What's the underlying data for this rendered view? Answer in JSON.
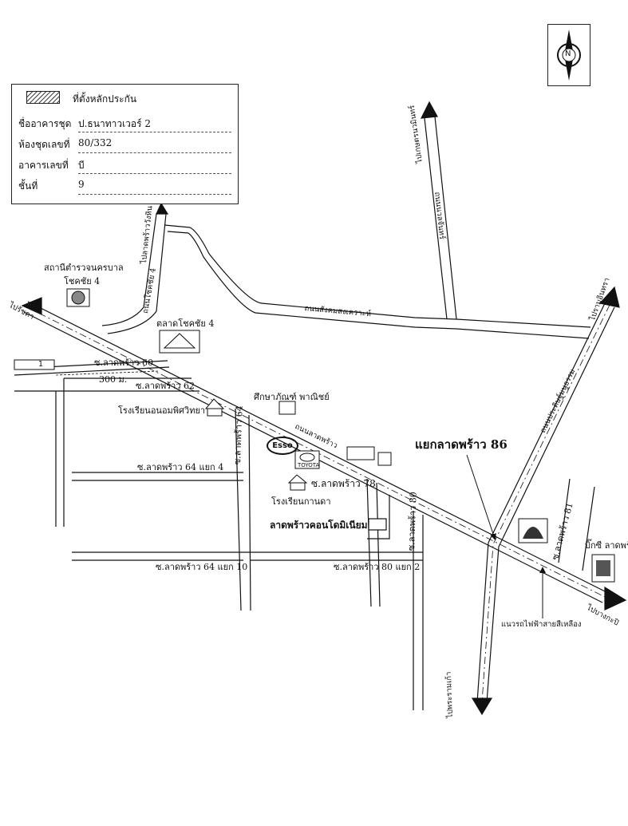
{
  "legend": {
    "title": "ที่ตั้งหลักประกัน",
    "rows": [
      {
        "key": "ชื่ออาคารชุด",
        "value": "ป.ธนาทาวเวอร์ 2"
      },
      {
        "key": "ห้องชุดเลขที่",
        "value": "80/332"
      },
      {
        "key": "อาคารเลขที่",
        "value": "บี"
      },
      {
        "key": "ชั้นที่",
        "value": "9"
      }
    ]
  },
  "compass": {
    "letter": "N",
    "icon": "north-arrow-icon"
  },
  "labels": {
    "police_station": "สถานีตำรวจนครบาล",
    "police_station_name": "โชคชัย 4",
    "to_rachada": "ไปรัชดา",
    "to_ladprao_wanghin": "ไปลาดพร้าววังหิน",
    "chokchai4_road": "ถนนโชคชัย 4",
    "to_kaset_nawamin": "ไปเกษตรนวมินทร์",
    "nuanchan_road": "ถนนนวลจันทร์",
    "sangkhom_road": "ถนนสังคมสงเคราะห์",
    "to_ramintra": "ไปรามอินทรา",
    "chokchai4_market": "ตลาดโชคชัย 4",
    "soi60": "ซ.ลาดพร้าว 60",
    "dist_300m": "300 ม.",
    "soi62": "ซ.ลาดพร้าว 62",
    "suksapan": "ศึกษาภัณฑ์ พาณิชย์",
    "school_anomphit": "โรงเรียนอนอมพิศวิทยา",
    "soi64": "ซ.ลาดพร้าว 64",
    "ladprao_road": "ถนนลาดพร้าว",
    "intersection": "แยกลาดพร้าว 86",
    "praditmanutham_road": "ถนนประดิษฐ์มนูธรรม",
    "esso": "Esso",
    "toyota": "TOYOTA",
    "soi64_yaek4": "ซ.ลาดพร้าว 64 แยก 4",
    "soi78": "ซ.ลาดพร้าว 78",
    "school_kanda": "โรงเรียนกานดา",
    "soi80": "ซ.ลาดพร้าว 80",
    "ladprao_condo": "ลาดพร้าวคอนโดมิเนียม",
    "soi81": "ซ.ลาดพร้าว 81",
    "bigc": "บิ๊กซี ลาดพร้าว",
    "soi64_yaek10": "ซ.ลาดพร้าว 64 แยก 10",
    "soi80_yaek2": "ซ.ลาดพร้าว 80 แยก 2",
    "to_bangkapi": "ไปบางกะปิ",
    "yellow_line": "แนวรถไฟฟ้าสายสีเหลือง",
    "to_pradit": "ไปพระรามเก้า",
    "road_marker": "1"
  },
  "colors": {
    "ink": "#111111",
    "background": "#ffffff"
  }
}
